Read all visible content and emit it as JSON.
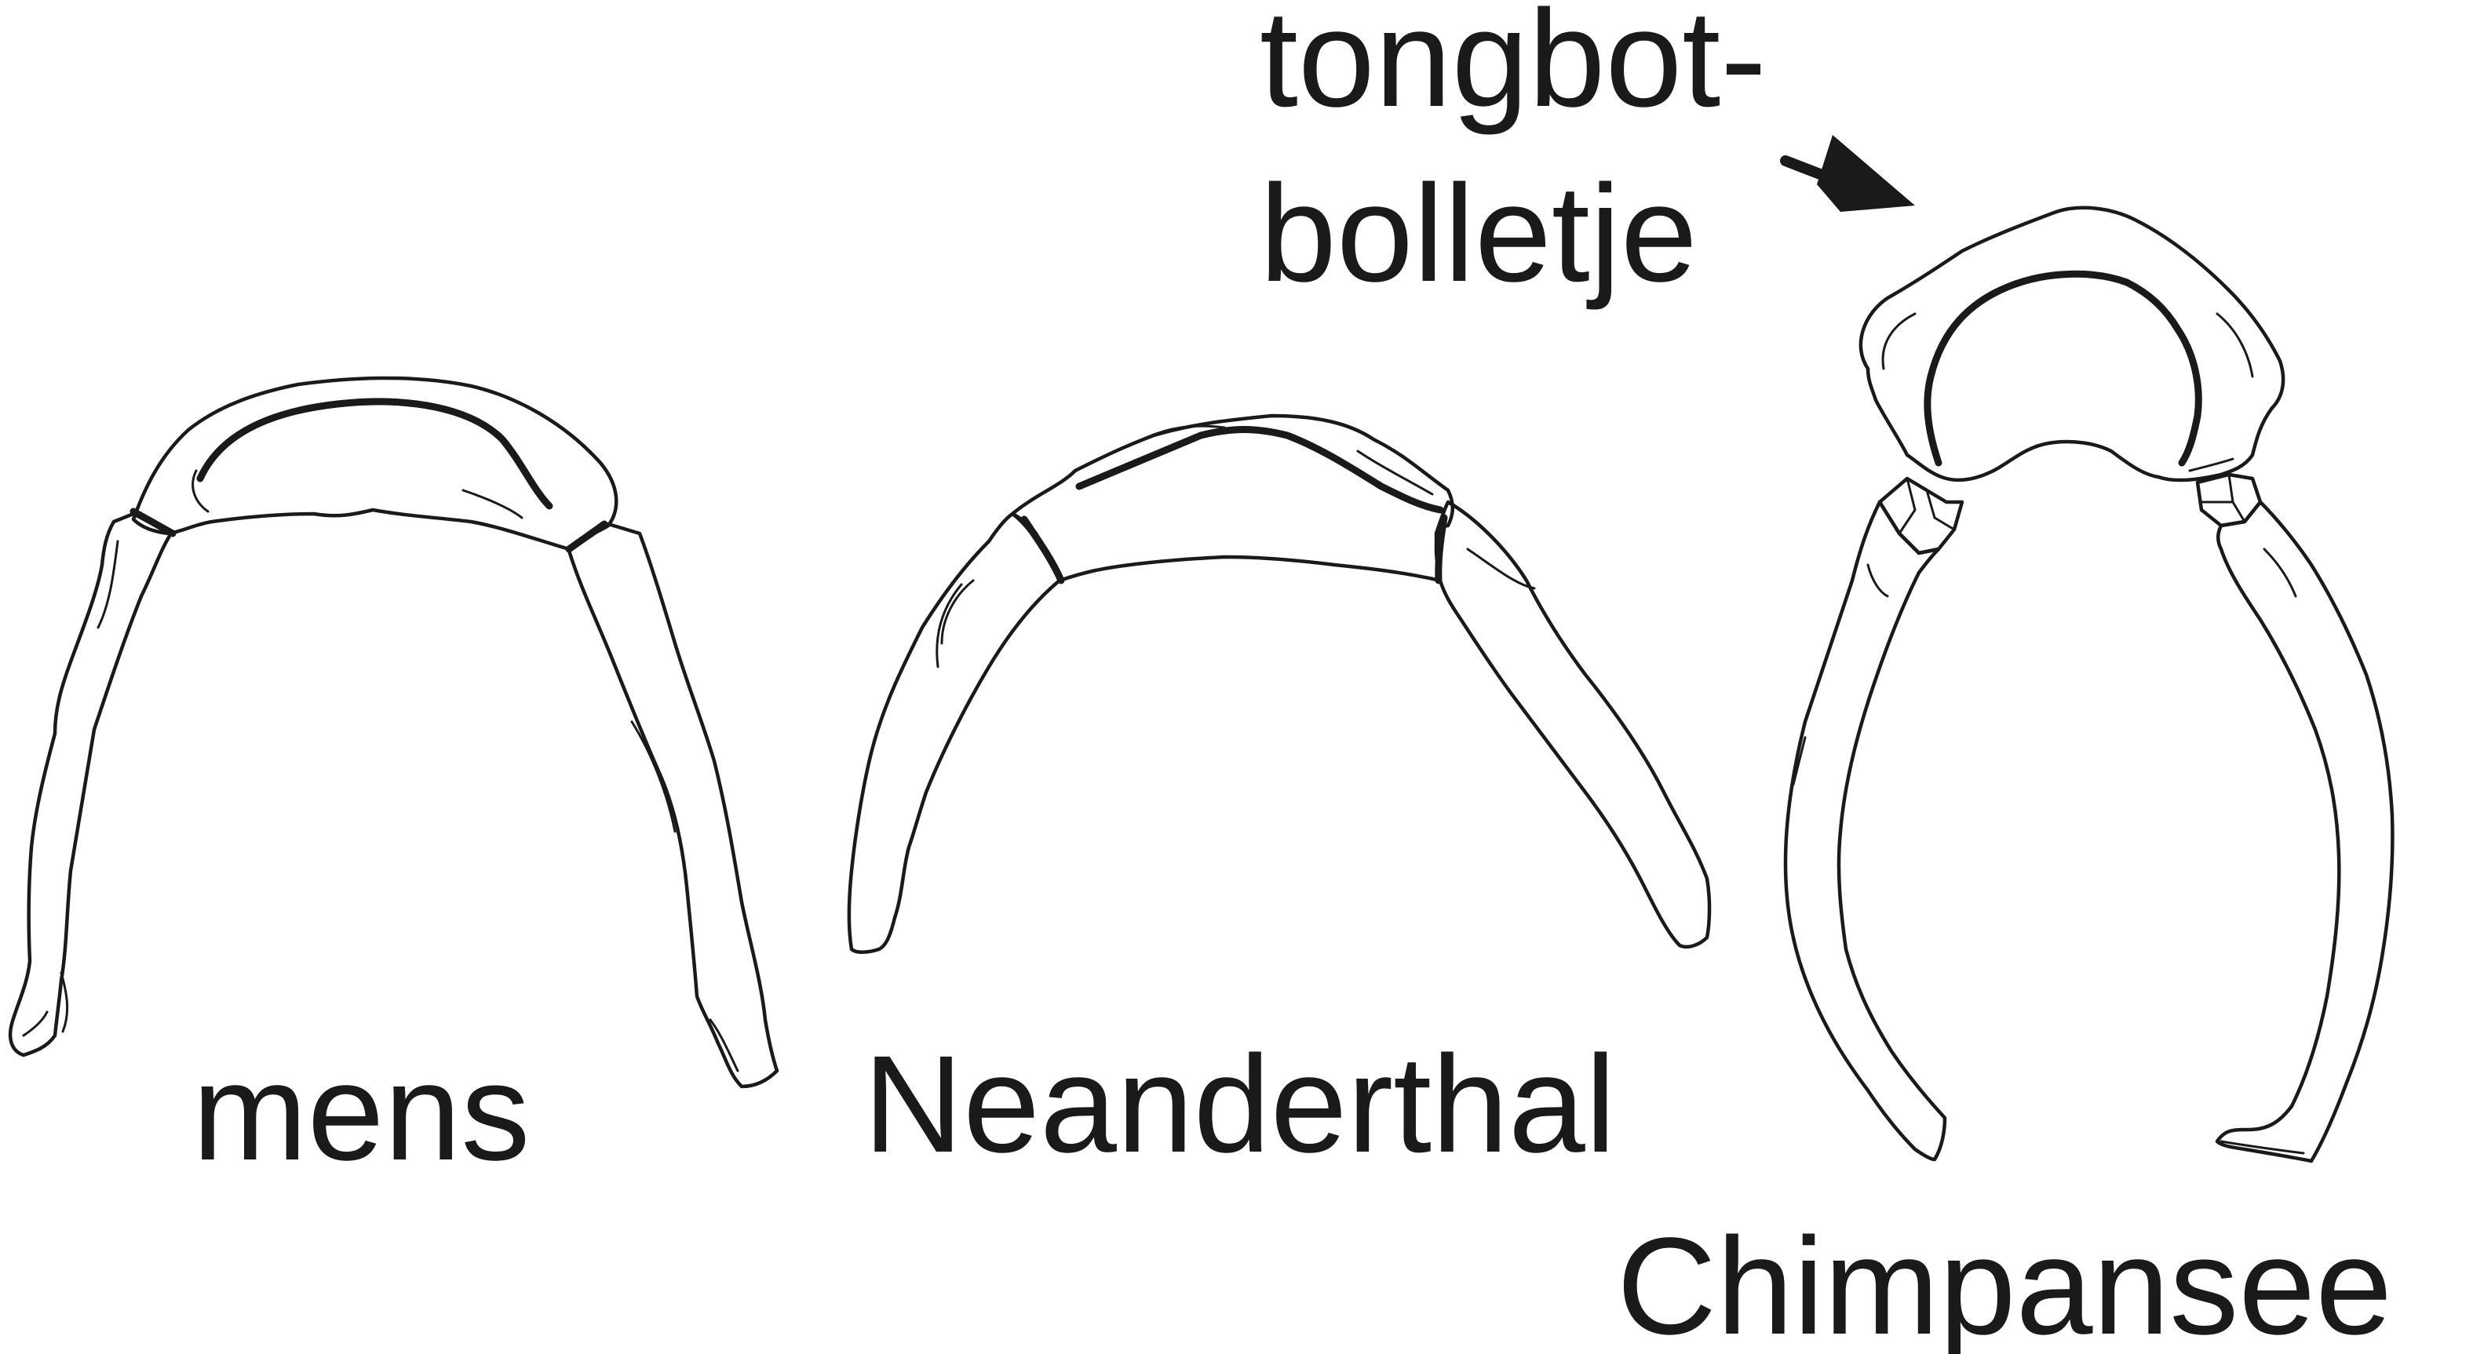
{
  "labels": {
    "human": "mens",
    "neanderthal": "Neanderthal",
    "chimpanzee": "Chimpansee",
    "annotation_line1": "tongbot-",
    "annotation_line2": "bolletje"
  },
  "colors": {
    "ink": "#1a1a1a",
    "background": "#ffffff"
  }
}
